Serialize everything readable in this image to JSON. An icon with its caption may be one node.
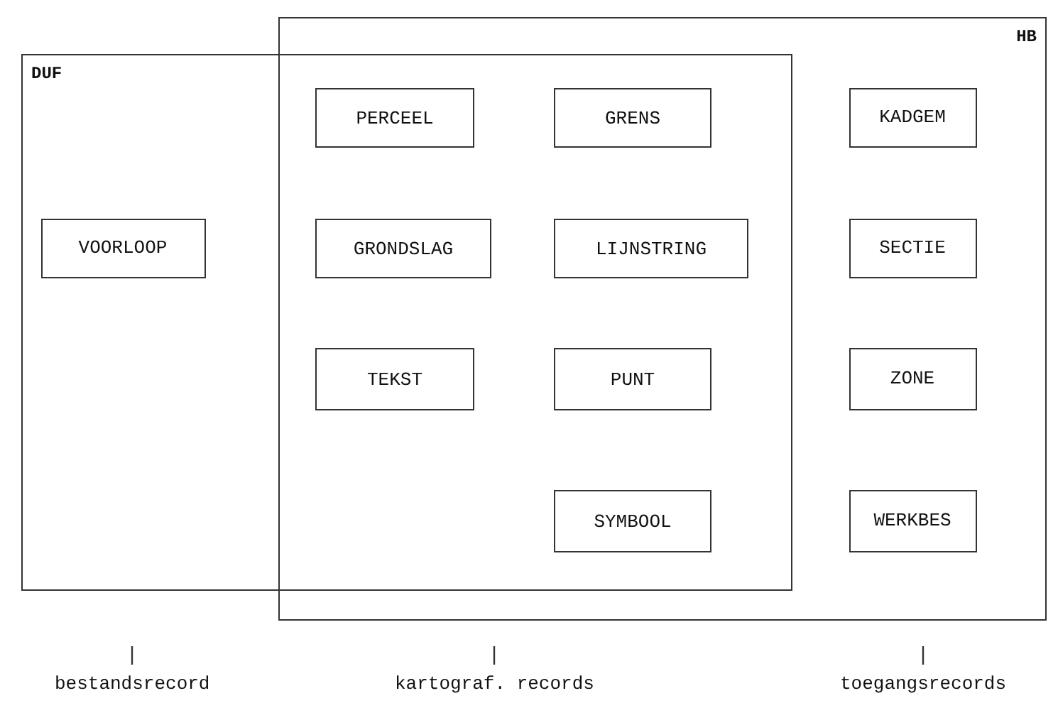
{
  "diagram": {
    "nodes": [
      {
        "text": [
          "DUF"
        ]
      },
      {
        "text": [
          "HB"
        ]
      },
      {
        "text": [
          "PERCEEL"
        ]
      },
      {
        "text": [
          "GRENS"
        ]
      },
      {
        "text": [
          "KADGEM"
        ],
        "in": 1
      },
      {
        "text": [
          "VOORLOOP"
        ],
        "in": 0
      },
      {
        "text": [
          "GRONDSLAG"
        ]
      },
      {
        "text": [
          "LIJNSTRING"
        ]
      },
      {
        "text": [
          "SECTIE"
        ],
        "in": 1
      },
      {
        "text": [
          "TEKST"
        ]
      },
      {
        "text": [
          "PUNT"
        ]
      },
      {
        "text": [
          "ZONE"
        ],
        "in": 1
      },
      {
        "text": [
          "SYMBOOL"
        ]
      },
      {
        "text": [
          "WERKBES"
        ],
        "in": 1
      }
    ],
    "edges": [],
    "labels": [
      "bestandsrecord",
      "kartograf. records",
      "toegangsrecords"
    ]
  }
}
